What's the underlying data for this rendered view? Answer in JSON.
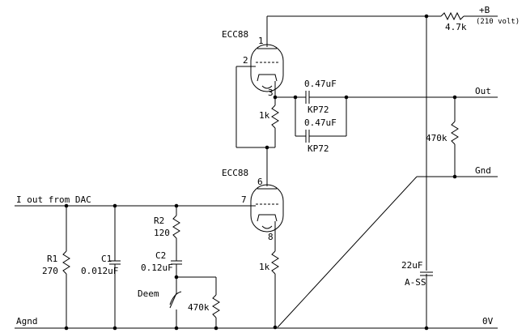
{
  "labels": {
    "supply": "+B",
    "supply_volt": "(210 volt)",
    "r_plate": "4.7k",
    "tube_top": "ECC88",
    "tube_bottom": "ECC88",
    "pin1": "1",
    "pin2": "2",
    "pin3": "3",
    "pin6": "6",
    "pin7": "7",
    "pin8": "8",
    "c_top_val": "0.47uF",
    "c_top_type": "KP72",
    "c_bot_val": "0.47uF",
    "c_bot_type": "KP72",
    "r_cathode_top": "1k",
    "r_out": "470k",
    "out": "Out",
    "gnd": "Gnd",
    "input": "I out from DAC",
    "r1_name": "R1",
    "r1_val": "270",
    "c1_name": "C1",
    "c1_val": "0.012uF",
    "r2_name": "R2",
    "r2_val": "120",
    "c2_name": "C2",
    "c2_val": "0.12uF",
    "deem": "Deem",
    "r_deem": "470k",
    "r_cathode_bot": "1k",
    "c_big_val": "22uF",
    "c_big_type": "A-SS",
    "agnd": "Agnd",
    "zero_v": "0V"
  }
}
